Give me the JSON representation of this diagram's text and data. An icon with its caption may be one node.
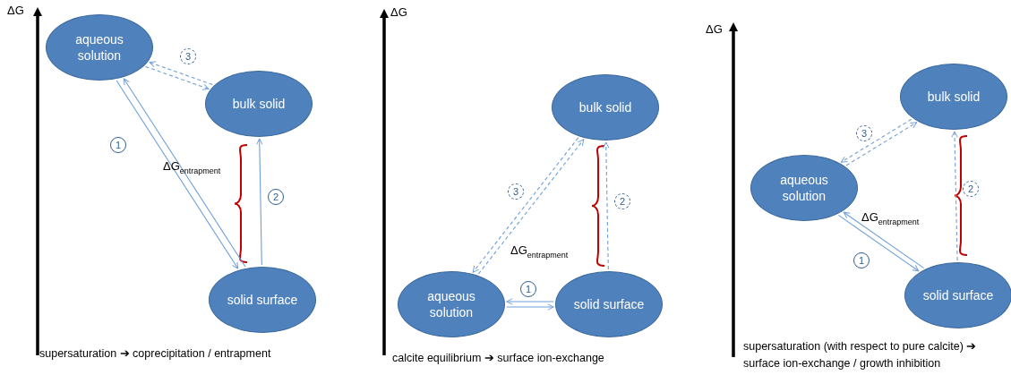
{
  "diagram": {
    "nodes": [
      {
        "text": [
          "aqueous solution"
        ]
      },
      {
        "text": [
          "bulk solid"
        ]
      },
      {
        "text": [
          "solid surface"
        ]
      },
      {
        "text": [
          "bulk solid"
        ]
      },
      {
        "text": [
          "aqueous solution"
        ]
      },
      {
        "text": [
          "solid surface"
        ]
      },
      {
        "text": [
          "bulk solid"
        ]
      },
      {
        "text": [
          "aqueous solution"
        ]
      },
      {
        "text": [
          "solid surface"
        ]
      }
    ],
    "edges": [
      {
        "from": 0,
        "to": 2,
        "arrow": "to"
      },
      {
        "from": 2,
        "to": 0,
        "arrow": "to"
      },
      {
        "from": 2,
        "to": 1,
        "arrow": "to"
      },
      {
        "from": 0,
        "to": 1,
        "arrow": "to",
        "style": "dashed"
      },
      {
        "from": 1,
        "to": 0,
        "arrow": "to",
        "style": "dashed"
      },
      {
        "from": 4,
        "to": 5,
        "arrow": "to"
      },
      {
        "from": 5,
        "to": 4,
        "arrow": "to"
      },
      {
        "from": 5,
        "to": 3,
        "arrow": "to",
        "style": "dashed"
      },
      {
        "from": 4,
        "to": 3,
        "arrow": "to",
        "style": "dashed"
      },
      {
        "from": 3,
        "to": 4,
        "arrow": "to",
        "style": "dashed"
      },
      {
        "from": 7,
        "to": 8,
        "arrow": "to"
      },
      {
        "from": 8,
        "to": 7,
        "arrow": "to"
      },
      {
        "from": 8,
        "to": 6,
        "arrow": "to",
        "style": "dashed"
      },
      {
        "from": 7,
        "to": 6,
        "arrow": "to",
        "style": "dashed"
      },
      {
        "from": 6,
        "to": 7,
        "arrow": "to",
        "style": "dashed"
      }
    ],
    "labels": [
      "ΔG",
      "3",
      "1",
      "ΔG$_{entrapment}$",
      "2",
      "supersaturation ➔ coprecipitation / entrapment",
      "ΔG",
      "3",
      "2",
      "ΔG$_{entrapment}$",
      "1",
      "calcite equilibrium ➔ surface ion-exchange",
      "ΔG",
      "3",
      "2",
      "ΔG$_{entrapment}$",
      "1",
      "supersaturation (with respect to pure calcite) ➔ surface ion-exchange / growth inhibition"
    ]
  }
}
